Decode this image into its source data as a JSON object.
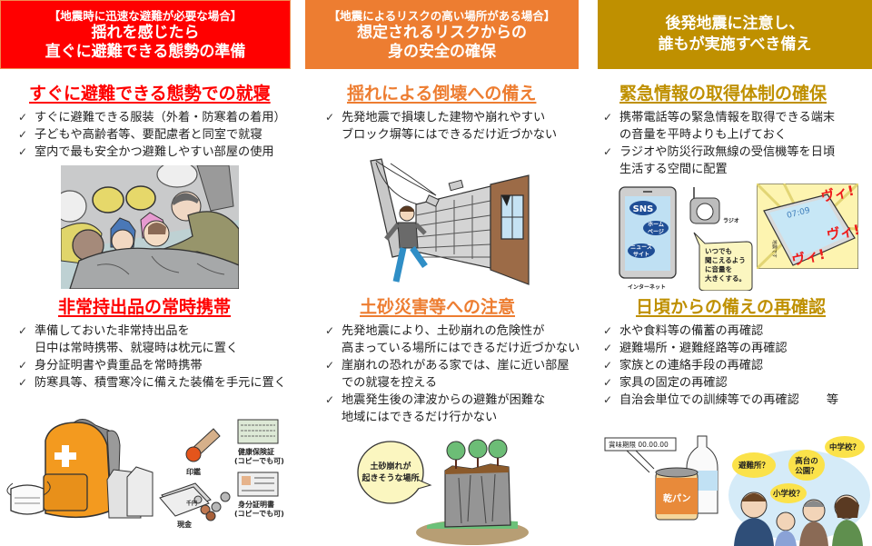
{
  "columns": [
    {
      "header": {
        "subtitle": "【地震時に迅速な避難が必要な場合】",
        "line1": "揺れを感じたら",
        "line2": "直ぐに避難できる態勢の準備"
      },
      "accent": "#ff0000",
      "sections": [
        {
          "title": "すぐに避難できる態勢での就寝",
          "items": [
            [
              "すぐに避難できる服装（外着・防寒着の着用）"
            ],
            [
              "子どもや高齢者等、要配慮者と同室で就寝"
            ],
            [
              "室内で最も安全かつ避難しやすい部屋の使用"
            ]
          ],
          "illustration": "family-sleeping-with-helmets"
        },
        {
          "title": "非常持出品の常時携帯",
          "items": [
            [
              "準備しておいた非常持出品を",
              "日中は常時携帯、就寝時は枕元に置く"
            ],
            [
              "身分証明書や貴重品を常時携帯"
            ],
            [
              "防寒具等、積雪寒冷に備えた装備を手元に置く"
            ]
          ],
          "illustration": "emergency-kit",
          "captions": {
            "seal": "印鑑",
            "cash": "現金",
            "banknote": "千円",
            "health_card": "健康保険証",
            "health_card_note": "(コピーでも可)",
            "id_card": "身分証明書",
            "id_card_note": "(コピーでも可)"
          }
        }
      ]
    },
    {
      "header": {
        "subtitle": "【地震によるリスクの高い場所がある場合】",
        "line1": "想定されるリスクからの",
        "line2": "身の安全の確保"
      },
      "accent": "#ed7d31",
      "sections": [
        {
          "title": "揺れによる倒壊への備え",
          "items": [
            [
              "先発地震で損壊した建物や崩れやすい",
              "ブロック塀等にはできるだけ近づかない"
            ]
          ],
          "illustration": "collapsing-wall"
        },
        {
          "title": "土砂災害等への注意",
          "items": [
            [
              "先発地震により、土砂崩れの危険性が",
              "高まっている場所にはできるだけ近づかない"
            ],
            [
              "崖崩れの恐れがある家では、崖に近い部屋",
              "での就寝を控える"
            ],
            [
              "地震発生後の津波からの避難が困難な",
              "地域にはできるだけ行かない"
            ]
          ],
          "illustration": "cliff-landslide",
          "captions": {
            "bubble_line1": "土砂崩れが",
            "bubble_line2": "起きそうな場所"
          }
        }
      ]
    },
    {
      "header": {
        "subtitle": "",
        "line1": "後発地震に注意し、",
        "line2": "誰もが実施すべき備え"
      },
      "accent": "#bf9000",
      "sections": [
        {
          "title": "緊急情報の取得体制の確保",
          "items": [
            [
              "携帯電話等の緊急情報を取得できる端末",
              "の音量を平時よりも上げておく"
            ],
            [
              "ラジオや防災行政無線の受信機等を日頃",
              "生活する空間に配置"
            ]
          ],
          "illustration": "phone-and-radio",
          "captions": {
            "sns": "SNS",
            "homepage_1": "ホーム",
            "homepage_2": "ページ",
            "news_1": "ニュース",
            "news_2": "サイト",
            "internet": "インターネット",
            "radio": "ラジオ",
            "bubble_1": "いつでも",
            "bubble_2": "聞こえるよう",
            "bubble_3": "に音量を",
            "bubble_4": "大きくする。",
            "phone_time": "07:09",
            "alarm": "ヴィ!",
            "quake_notice": "地震です"
          }
        },
        {
          "title": "日頃からの備えの再確認",
          "items": [
            [
              "水や食料等の備蓄の再確認"
            ],
            [
              "避難場所・避難経路等の再確認"
            ],
            [
              "家族との連絡手段の再確認"
            ],
            [
              "家具の固定の再確認"
            ],
            [
              "自治会単位での訓練等での再確認"
            ]
          ],
          "items_tail": "等",
          "illustration": "supplies-and-family-discussion",
          "captions": {
            "expiry": "賞味期限 00.00.00",
            "can_label": "乾パン",
            "q1": "避難所？",
            "q2_1": "高台の",
            "q2_2": "公園？",
            "q3": "中学校？",
            "q4": "小学校？"
          }
        }
      ]
    }
  ]
}
